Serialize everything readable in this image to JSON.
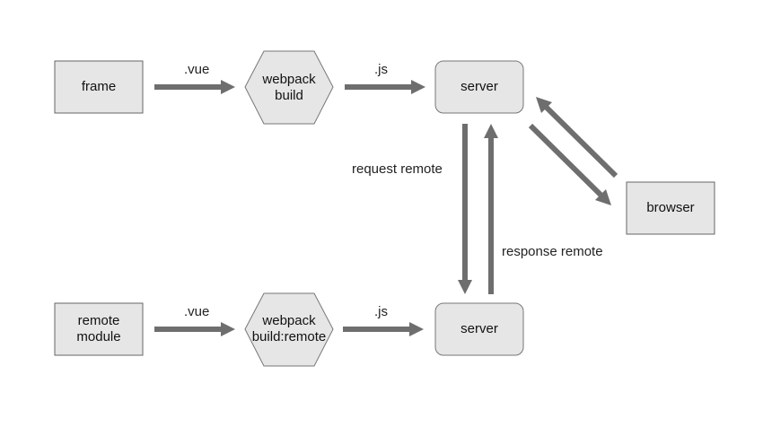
{
  "nodes": {
    "frame": {
      "line1": "frame"
    },
    "webpack_build": {
      "line1": "webpack",
      "line2": "build"
    },
    "server_top": {
      "line1": "server"
    },
    "browser": {
      "line1": "browser"
    },
    "remote_module": {
      "line1": "remote",
      "line2": "module"
    },
    "webpack_build_remote": {
      "line1": "webpack",
      "line2": "build:remote"
    },
    "server_bottom": {
      "line1": "server"
    }
  },
  "edges": {
    "top_vue": ".vue",
    "top_js": ".js",
    "bottom_vue": ".vue",
    "bottom_js": ".js",
    "request_remote": "request remote",
    "response_remote": "response remote"
  },
  "colors": {
    "node_fill": "#e6e6e6",
    "node_stroke": "#666666",
    "arrow": "#6e6e6e"
  }
}
